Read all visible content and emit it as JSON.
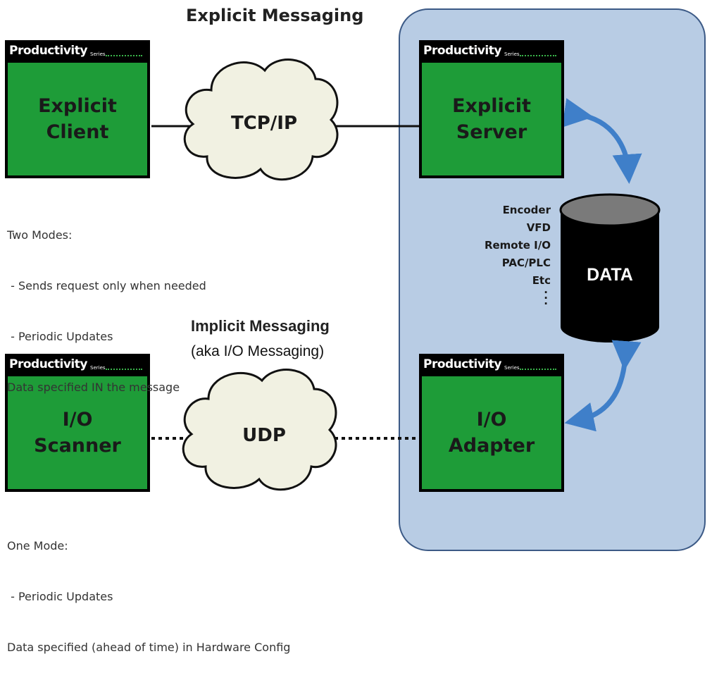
{
  "titles": {
    "explicit": "Explicit Messaging",
    "implicit": "Implicit Messaging",
    "implicit_sub": "(aka I/O Messaging)"
  },
  "brand": {
    "name": "Productivity",
    "series": "Series"
  },
  "devices": {
    "explicit_client": "Explicit\nClient",
    "explicit_server": "Explicit\nServer",
    "io_scanner": "I/O\nScanner",
    "io_adapter": "I/O\nAdapter"
  },
  "clouds": {
    "tcp": "TCP/IP",
    "udp": "UDP"
  },
  "notes": {
    "explicit": [
      "Two Modes:",
      " - Sends request only when needed",
      " - Periodic Updates",
      "Data specified IN the message"
    ],
    "implicit": [
      "One Mode:",
      " - Periodic Updates",
      "Data specified (ahead of time) in Hardware Config"
    ]
  },
  "data_sources": [
    "Encoder",
    "VFD",
    "Remote I/O",
    "PAC/PLC",
    "Etc"
  ],
  "database_label": "DATA",
  "colors": {
    "panel": "#b8cce4",
    "panel_border": "#3c5a86",
    "device_face": "#1e9c38",
    "arrow": "#3f7fc9",
    "cloud": "#f1f1e2"
  }
}
